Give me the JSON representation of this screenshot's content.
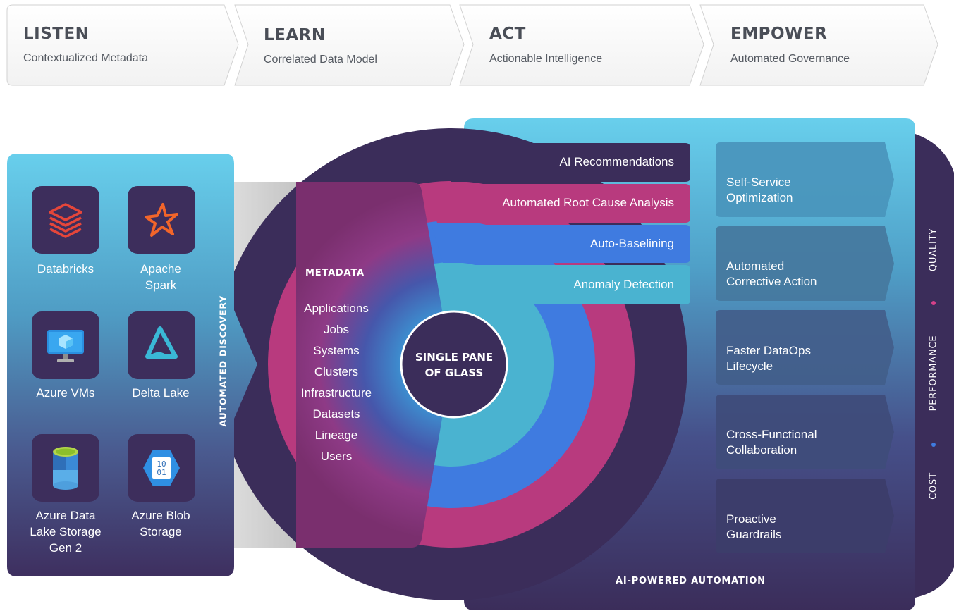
{
  "steps": [
    {
      "title": "LISTEN",
      "subtitle": "Contextualized Metadata"
    },
    {
      "title": "LEARN",
      "subtitle": "Correlated Data Model"
    },
    {
      "title": "ACT",
      "subtitle": "Actionable Intelligence"
    },
    {
      "title": "EMPOWER",
      "subtitle": "Automated Governance"
    }
  ],
  "sources": {
    "label": "AUTOMATED DISCOVERY",
    "items": [
      {
        "name": "Databricks",
        "icon": "databricks-icon"
      },
      {
        "name": "Apache Spark",
        "icon": "apache-spark-icon"
      },
      {
        "name": "Azure VMs",
        "icon": "azure-vms-icon"
      },
      {
        "name": "Delta Lake",
        "icon": "delta-lake-icon"
      },
      {
        "name": "Azure Data Lake Storage Gen 2",
        "icon": "azure-data-lake-icon"
      },
      {
        "name": "Azure Blob Storage",
        "icon": "azure-blob-icon"
      }
    ]
  },
  "metadata": {
    "title": "METADATA",
    "items": [
      "Applications",
      "Jobs",
      "Systems",
      "Clusters",
      "Infrastructure",
      "Datasets",
      "Lineage",
      "Users"
    ]
  },
  "bands": [
    "AI Recommendations",
    "Automated Root Cause Analysis",
    "Auto-Baselining",
    "Anomaly Detection"
  ],
  "center": {
    "line1": "SINGLE PANE",
    "line2": "OF GLASS"
  },
  "benefits": [
    {
      "line1": "Self-Service",
      "line2": "Optimization"
    },
    {
      "line1": "Automated",
      "line2": "Corrective Action"
    },
    {
      "line1": "Faster DataOps",
      "line2": "Lifecycle"
    },
    {
      "line1": "Cross-Functional",
      "line2": "Collaboration"
    },
    {
      "line1": "Proactive",
      "line2": "Guardrails"
    }
  ],
  "bottom_label": "AI-POWERED AUTOMATION",
  "pillars": [
    "QUALITY",
    "PERFORMANCE",
    "COST"
  ],
  "colors": {
    "dark_purple": "#3b2d5a",
    "magenta": "#b83a7e",
    "blue": "#3f7be0",
    "teal": "#4ab3d0",
    "light_blue": "#66cdea",
    "pink_dot": "#d6418a",
    "blue_dot": "#3f7be0"
  }
}
